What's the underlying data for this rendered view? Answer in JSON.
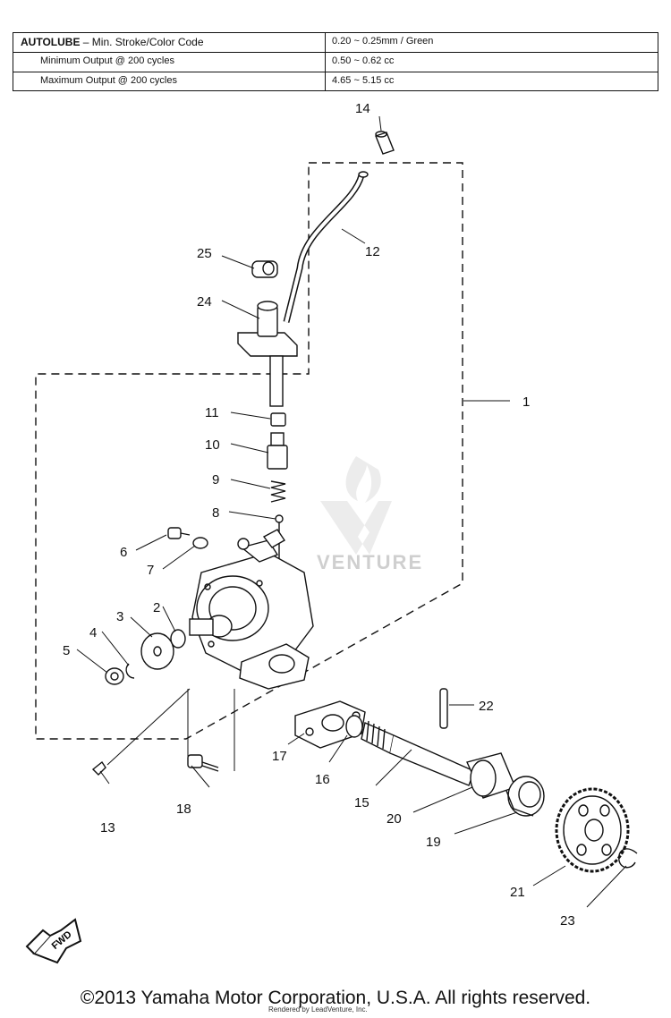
{
  "spec_table": {
    "rows": [
      {
        "label_bold": "AUTOLUBE",
        "label_rest": " – Min. Stroke/Color Code",
        "value": "0.20 ~ 0.25mm / Green"
      },
      {
        "label_bold": "",
        "label_rest": "Minimum Output @ 200 cycles",
        "value": "0.50 ~ 0.62 cc"
      },
      {
        "label_bold": "",
        "label_rest": "Maximum Output @ 200 cycles",
        "value": "4.65 ~ 5.15 cc"
      }
    ]
  },
  "callouts": {
    "c1": "1",
    "c2": "2",
    "c3": "3",
    "c4": "4",
    "c5": "5",
    "c6": "6",
    "c7": "7",
    "c8": "8",
    "c9": "9",
    "c10": "10",
    "c11": "11",
    "c12": "12",
    "c13": "13",
    "c14": "14",
    "c15": "15",
    "c16": "16",
    "c17": "17",
    "c18": "18",
    "c19": "19",
    "c20": "20",
    "c21": "21",
    "c22": "22",
    "c23": "23",
    "c24": "24",
    "c25": "25"
  },
  "fwd_badge": "FWD",
  "watermark": "VENTURE",
  "footer": {
    "copyright": "©2013 Yamaha Motor Corporation, U.S.A. All rights reserved.",
    "render_note": "Rendered by LeadVenture, Inc."
  }
}
